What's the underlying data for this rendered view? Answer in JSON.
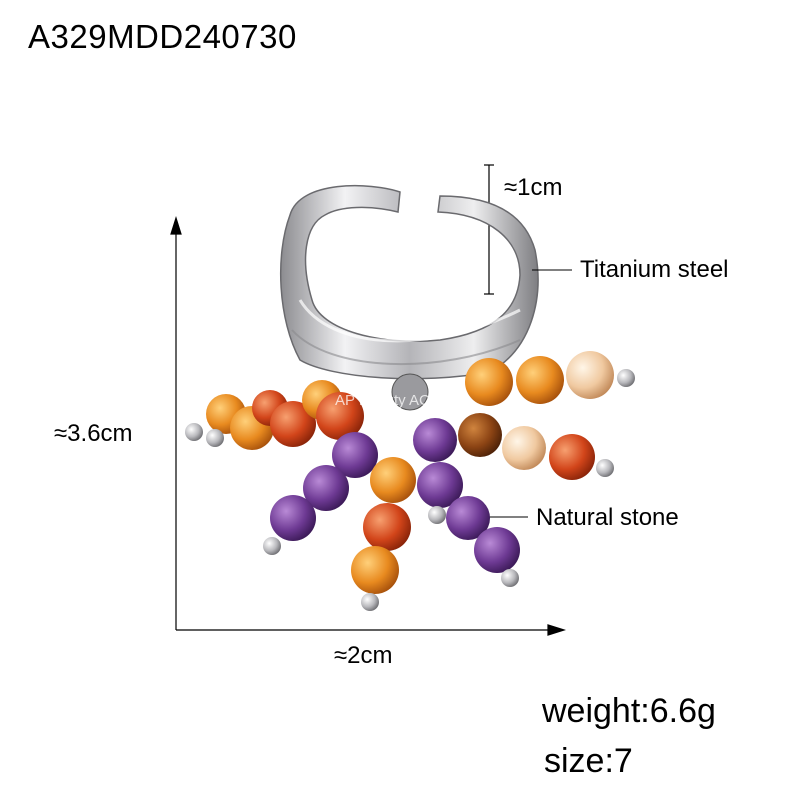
{
  "product_code": "A329MDD240730",
  "dimensions": {
    "band_width": "≈1cm",
    "height": "≈3.6cm",
    "width": "≈2cm"
  },
  "materials": {
    "band": "Titanium steel",
    "beads": "Natural stone"
  },
  "specs": {
    "weight": "weight:6.6g",
    "size": "size:7"
  },
  "watermark": "AP Beauty ACC",
  "colors": {
    "steel": "#c9c9cc",
    "carnelian": "#d2451a",
    "amber_agate": "#e88a1f",
    "amethyst": "#6e3a94"
  }
}
